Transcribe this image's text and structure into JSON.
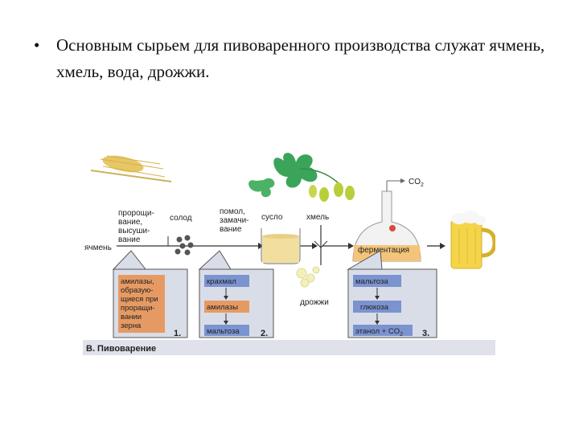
{
  "slide": {
    "bullet": "•",
    "text": "Основным сырьем для пивоваренного производства служат ячмень, хмель, вода, дрожжи."
  },
  "figure": {
    "labels": {
      "barley": "ячмень",
      "germination": [
        "пророщи-",
        "вание,",
        "высуши-",
        "вание"
      ],
      "malt": "солод",
      "milling": [
        "помол,",
        "замачи-",
        "вание"
      ],
      "wort": "сусло",
      "hops": "хмель",
      "yeast": "дрожжи",
      "co2": "CO",
      "co2_sub": "2",
      "fermentation": "ферментация"
    },
    "box1": {
      "lines": [
        "амилазы,",
        "образую-",
        "щиеся при",
        "проращи-",
        "вании",
        "зерна"
      ],
      "number": "1."
    },
    "box2": {
      "items": [
        "крахмал",
        "амилазы",
        "мальтоза"
      ],
      "number": "2."
    },
    "box3": {
      "items": [
        "мальтоза",
        "глюкоза",
        "этанол + CO"
      ],
      "co2_sub": "2",
      "number": "3."
    },
    "caption": "В. Пивоварение",
    "colors": {
      "orange": "#e69a63",
      "blue": "#7b93cf",
      "panel": "#d9dde7",
      "leaf": "#3aa55a",
      "cone": "#b9cf3a",
      "beer": "#f4d54a"
    }
  }
}
